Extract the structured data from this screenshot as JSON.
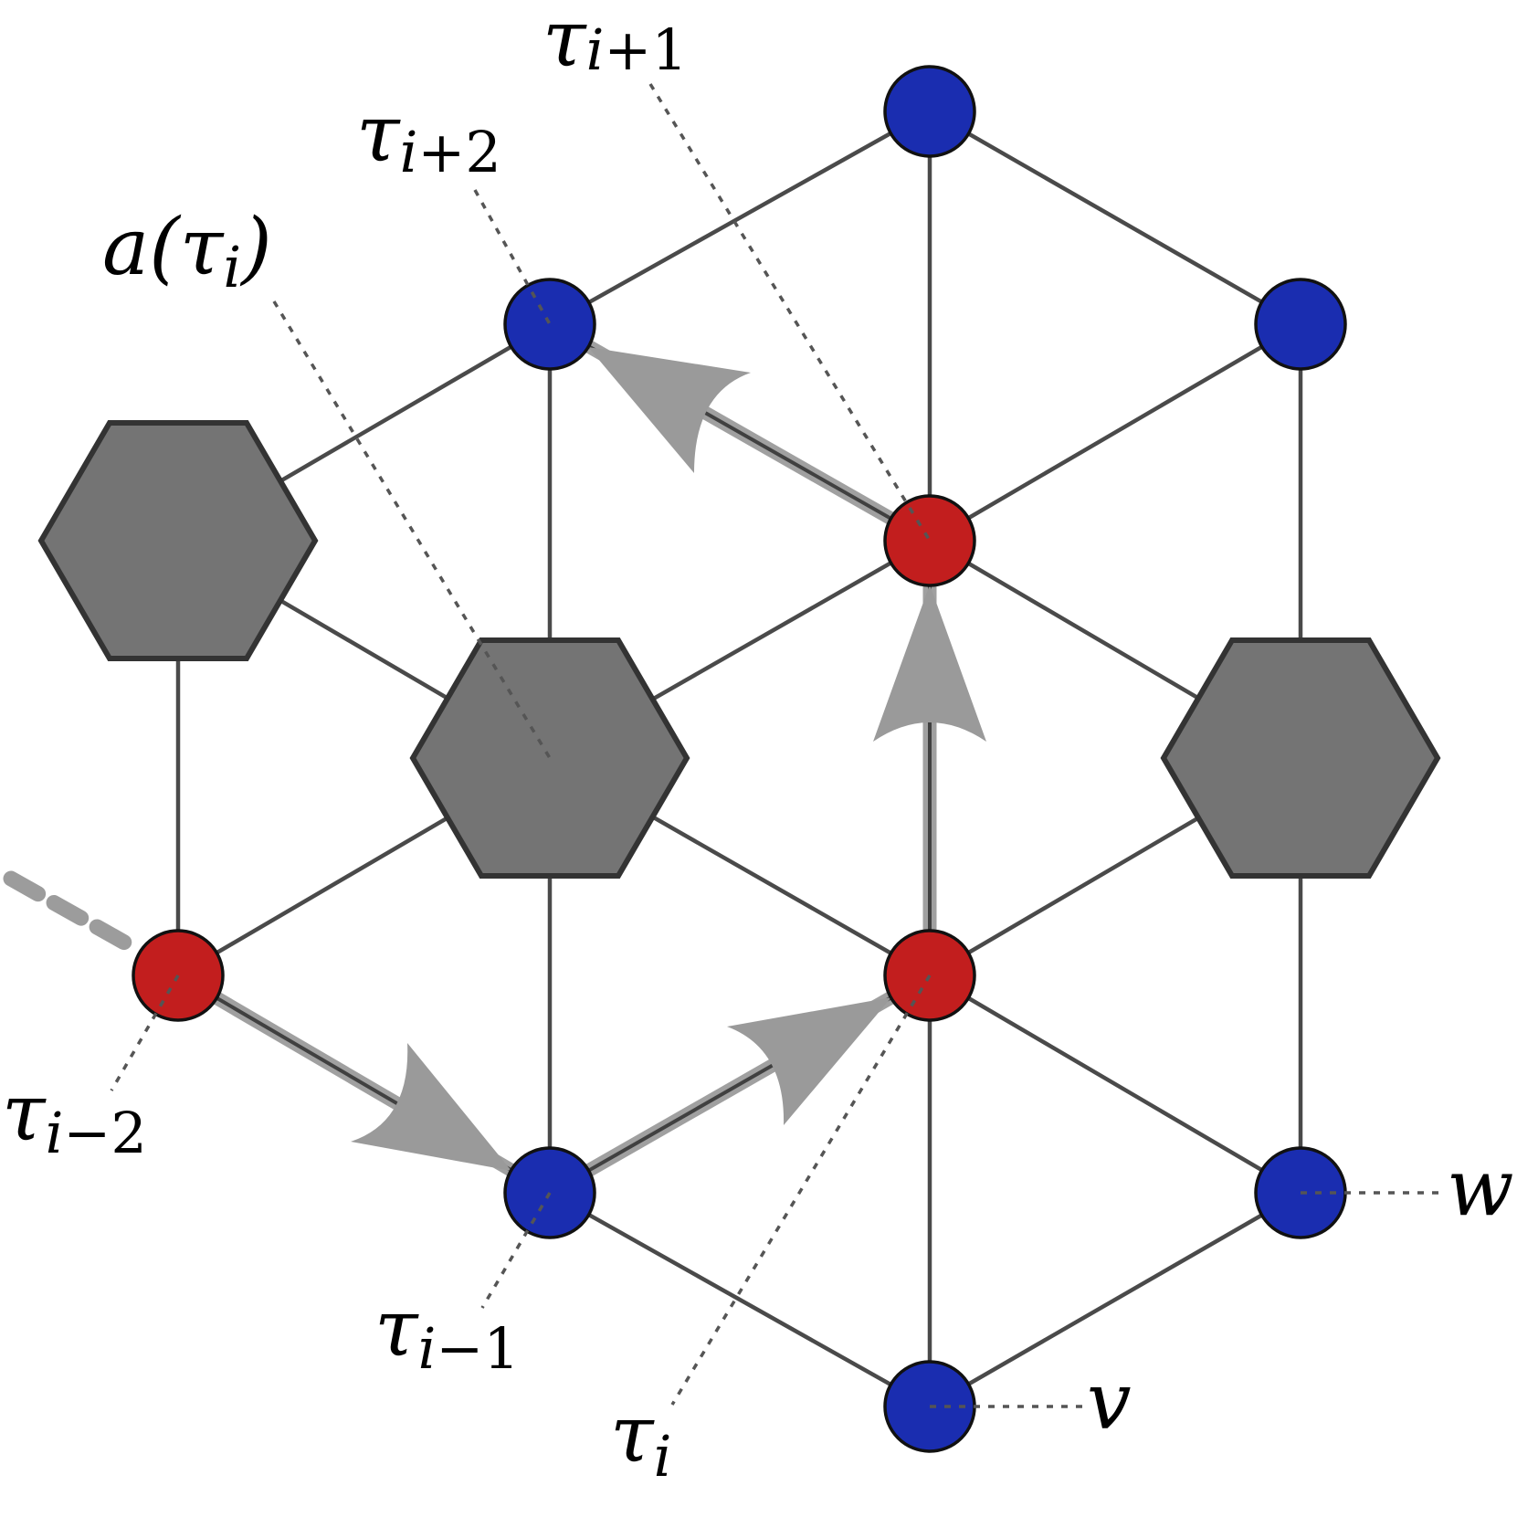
{
  "labels": {
    "tau_i": {
      "main": "τ",
      "sub": "i"
    },
    "tau_i_plus_1": {
      "main": "τ",
      "sub": "i",
      "suffix": "+1"
    },
    "tau_i_plus_2": {
      "main": "τ",
      "sub": "i",
      "suffix": "+2"
    },
    "tau_i_minus_1": {
      "main": "τ",
      "sub": "i",
      "suffix": "−1"
    },
    "tau_i_minus_2": {
      "main": "τ",
      "sub": "i",
      "suffix": "−2"
    },
    "a_tau_i": {
      "prefix": "a(",
      "main": "τ",
      "sub": "i",
      "close": ")"
    },
    "v": "v",
    "w": "w"
  },
  "colors": {
    "blue_node": "#1a2db0",
    "red_node": "#c21e1e",
    "hexagon": "#747474",
    "edge": "#4a4a4a",
    "path_arrow": "#9a9a9a"
  }
}
